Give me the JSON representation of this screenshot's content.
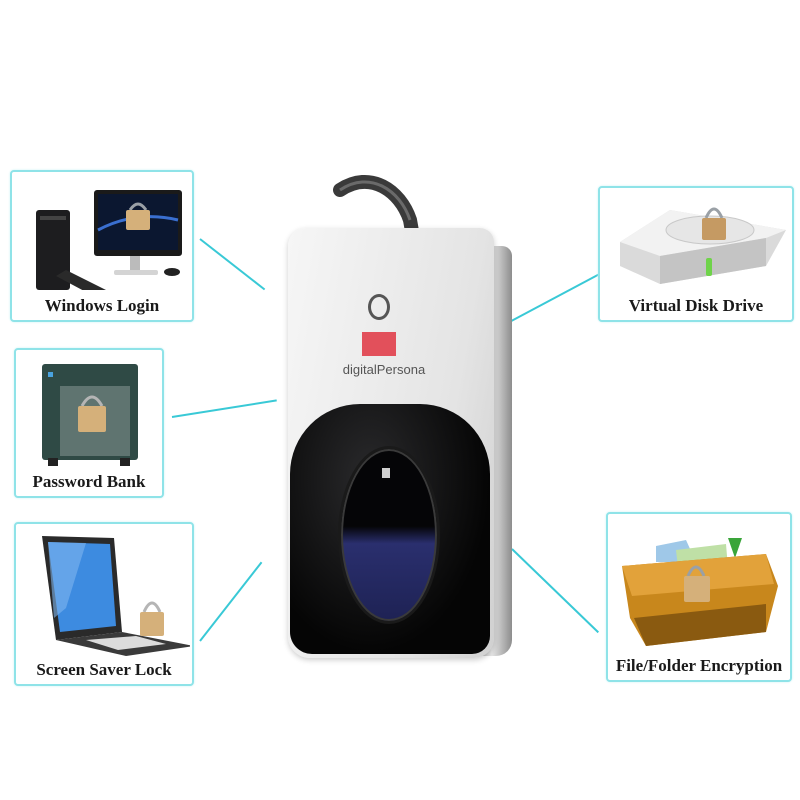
{
  "device": {
    "brand": "digitalPersona",
    "colors": {
      "body": "#e9e9e9",
      "sensor": "#0b0b0d",
      "indicator": "#e2505b",
      "scan_glass": "#2a2f6e"
    }
  },
  "features": [
    {
      "id": "windows-login",
      "label": "Windows Login",
      "side": "left"
    },
    {
      "id": "password-bank",
      "label": "Password Bank",
      "side": "left"
    },
    {
      "id": "screen-saver-lock",
      "label": "Screen Saver Lock",
      "side": "left"
    },
    {
      "id": "virtual-disk-drive",
      "label": "Virtual Disk Drive",
      "side": "right"
    },
    {
      "id": "file-folder-encryption",
      "label": "File/Folder Encryption",
      "side": "right"
    }
  ],
  "colors": {
    "card_border": "#8fe3e8",
    "connector": "#39c9d6",
    "text": "#1a1a1a"
  }
}
